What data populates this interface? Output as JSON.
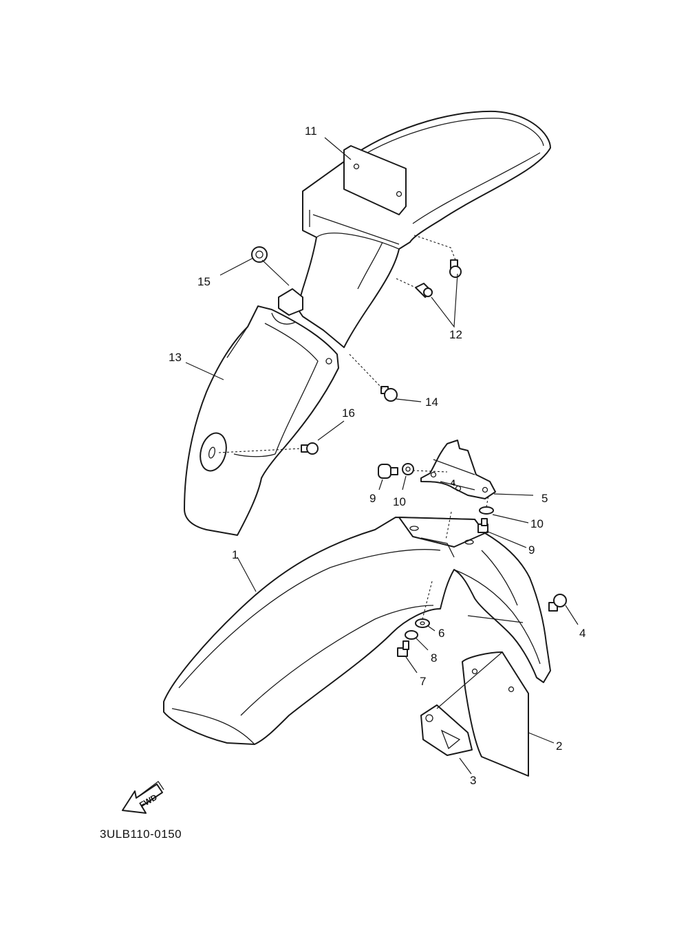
{
  "diagram": {
    "code": "3ULB110-0150",
    "arrow_label": "FWD",
    "small_mark": "4",
    "callouts": {
      "c1": "1",
      "c2": "2",
      "c3": "3",
      "c4": "4",
      "c5": "5",
      "c6": "6",
      "c7": "7",
      "c8": "8",
      "c9a": "9",
      "c9b": "9",
      "c10a": "10",
      "c10b": "10",
      "c11": "11",
      "c12": "12",
      "c13": "13",
      "c14": "14",
      "c15": "15",
      "c16": "16"
    }
  }
}
